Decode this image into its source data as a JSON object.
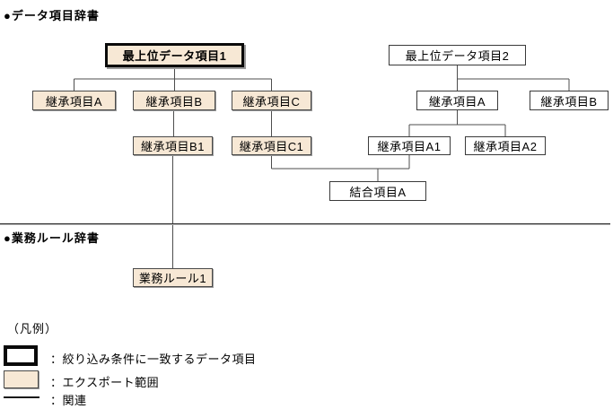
{
  "sections": {
    "data_dictionary_title": "●データ項目辞書",
    "business_rule_title": "●業務ルール辞書"
  },
  "diagram": {
    "nodes": [
      {
        "id": "top-data-item-1",
        "label": "最上位データ項目1",
        "style": "matched-and-export"
      },
      {
        "id": "inherit-item-a-left",
        "label": "継承項目A",
        "style": "export"
      },
      {
        "id": "inherit-item-b-left",
        "label": "継承項目B",
        "style": "export"
      },
      {
        "id": "inherit-item-c-left",
        "label": "継承項目C",
        "style": "export"
      },
      {
        "id": "inherit-item-b1",
        "label": "継承項目B1",
        "style": "export"
      },
      {
        "id": "inherit-item-c1",
        "label": "継承項目C1",
        "style": "export"
      },
      {
        "id": "top-data-item-2",
        "label": "最上位データ項目2",
        "style": "plain"
      },
      {
        "id": "inherit-item-a-right",
        "label": "継承項目A",
        "style": "plain"
      },
      {
        "id": "inherit-item-b-right",
        "label": "継承項目B",
        "style": "plain"
      },
      {
        "id": "inherit-item-a1",
        "label": "継承項目A1",
        "style": "plain"
      },
      {
        "id": "inherit-item-a2",
        "label": "継承項目A2",
        "style": "plain"
      },
      {
        "id": "join-item-a",
        "label": "結合項目A",
        "style": "plain"
      },
      {
        "id": "business-rule-1",
        "label": "業務ルール1",
        "style": "export"
      }
    ]
  },
  "legend": {
    "title": "（凡例）",
    "items": [
      {
        "symbol": "bold-border-box",
        "label": "：絞り込み条件に一致するデータ項目"
      },
      {
        "symbol": "beige-filled-box",
        "label": "：エクスポート範囲"
      },
      {
        "symbol": "line",
        "label": "：関連"
      }
    ]
  },
  "colors": {
    "export_range_fill": "#F7E8D5",
    "matched_border": "#0A0A0A",
    "box_border": "#3A3A3A",
    "connector_line": "#4D4D4D",
    "section_divider": "#2E2E2E"
  }
}
